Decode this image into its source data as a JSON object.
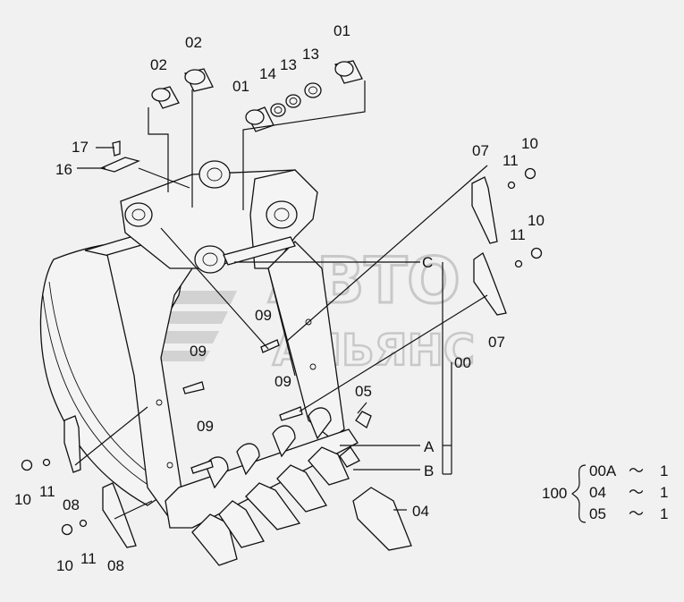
{
  "watermark": {
    "line1": "АВТО",
    "line2": "АЛЬЯНС",
    "color": "#c9c9c9"
  },
  "labels": {
    "p01a": "01",
    "p01b": "01",
    "p02a": "02",
    "p02b": "02",
    "p13a": "13",
    "p13b": "13",
    "p14": "14",
    "p16": "16",
    "p17": "17",
    "p07a": "07",
    "p07b": "07",
    "p10a": "10",
    "p10b": "10",
    "p10c": "10",
    "p10d": "10",
    "p11a": "11",
    "p11b": "11",
    "p11c": "11",
    "p11d": "11",
    "p08a": "08",
    "p08b": "08",
    "p09a": "09",
    "p09b": "09",
    "p09c": "09",
    "p09d": "09",
    "p05": "05",
    "p04": "04",
    "p00": "00",
    "refA": "A",
    "refB": "B",
    "refC": "C"
  },
  "kit_table": {
    "group": "100",
    "rows": [
      {
        "part": "00A",
        "sym": "～",
        "qty": "1"
      },
      {
        "part": "04",
        "sym": "～",
        "qty": "1"
      },
      {
        "part": "05",
        "sym": "～",
        "qty": "1"
      }
    ]
  }
}
